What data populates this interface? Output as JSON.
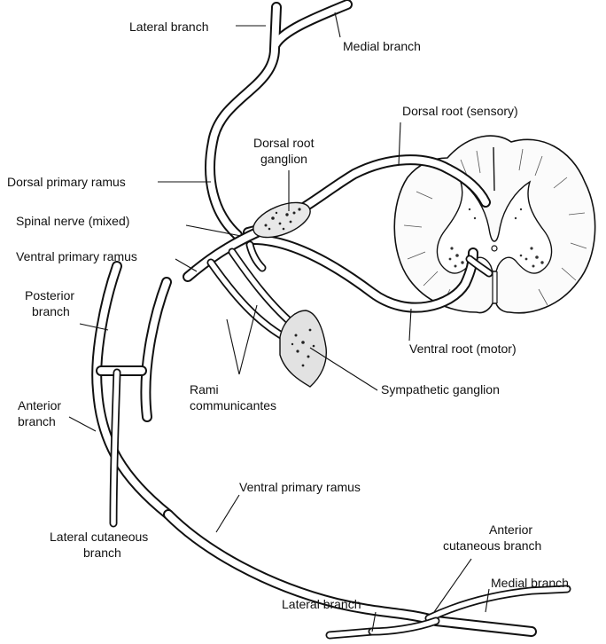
{
  "labels": {
    "lateral_branch_top": "Lateral branch",
    "medial_branch_top": "Medial branch",
    "dorsal_root": "Dorsal root (sensory)",
    "dorsal_root_ganglion": [
      "Dorsal root",
      "ganglion"
    ],
    "dorsal_primary_ramus": "Dorsal primary ramus",
    "spinal_nerve": "Spinal nerve (mixed)",
    "ventral_primary_ramus_top": "Ventral primary ramus",
    "posterior_branch": [
      "Posterior",
      "branch"
    ],
    "anterior_branch": [
      "Anterior",
      "branch"
    ],
    "rami_communicantes": [
      "Rami",
      "communicantes"
    ],
    "ventral_root": "Ventral root (motor)",
    "sympathetic_ganglion": "Sympathetic ganglion",
    "ventral_primary_ramus_bottom": "Ventral primary ramus",
    "lateral_cutaneous_branch": [
      "Lateral cutaneous",
      "branch"
    ],
    "anterior_cutaneous_branch": [
      "Anterior",
      "cutaneous branch"
    ],
    "medial_branch_bottom": "Medial branch",
    "lateral_branch_bottom": "Lateral branch"
  }
}
